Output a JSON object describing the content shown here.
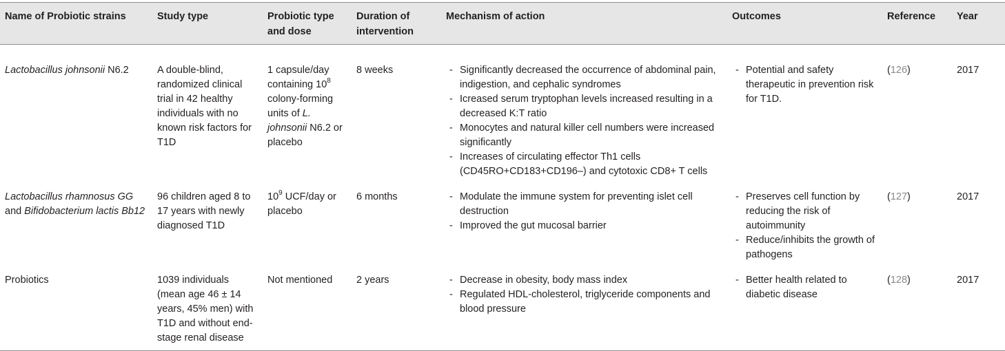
{
  "headers": {
    "strain": "Name of Probiotic strains",
    "study": "Study type",
    "dose": "Probiotic type and dose",
    "duration": "Duration of intervention",
    "mechanism": "Mechanism of action",
    "outcomes": "Outcomes",
    "reference": "Reference",
    "year": "Year"
  },
  "rows": [
    {
      "strain_italic": "Lactobacillus johnsonii",
      "strain_suffix": " N6.2",
      "study": "A double-blind, randomized clinical trial in 42 healthy individuals with no known risk factors for T1D",
      "dose_a": "1 capsule/day containing 10",
      "dose_sup": "8",
      "dose_b": " colony-forming units of ",
      "dose_italic": "L. johnsonii",
      "dose_c": " N6.2 or placebo",
      "duration": "8 weeks",
      "mechanism": [
        "Significantly decreased the occurrence of abdominal pain, indigestion, and cephalic syndromes",
        "Icreased serum tryptophan levels increased resulting in a decreased K:T ratio",
        "Monocytes and natural killer cell numbers were increased significantly",
        "Increases of circulating effector Th1 cells (CD45RO+CD183+CD196–) and cytotoxic CD8+ T cells"
      ],
      "outcomes": [
        "Potential and safety therapeutic in prevention risk for T1D."
      ],
      "reference_open": "(",
      "reference_num": "126",
      "reference_close": ")",
      "year": "2017"
    },
    {
      "strain_italic_a": "Lactobacillus rhamnosus GG",
      "strain_and": " and ",
      "strain_italic_b": "Bifidobacterium lactis Bb12",
      "study": "96 children aged 8 to 17 years with newly diagnosed T1D",
      "dose_a": "10",
      "dose_sup": "9",
      "dose_b": " UCF/day or placebo",
      "duration": "6 months",
      "mechanism": [
        "Modulate the immune system for preventing islet cell destruction",
        "Improved the gut mucosal barrier"
      ],
      "outcomes": [
        "Preserves cell function by reducing the risk of autoimmunity",
        "Reduce/inhibits the growth of pathogens"
      ],
      "reference_open": "(",
      "reference_num": "127",
      "reference_close": ")",
      "year": "2017"
    },
    {
      "strain": "Probiotics",
      "study": "1039 individuals (mean age 46 ± 14 years, 45% men) with T1D and without end-stage renal disease",
      "dose": "Not mentioned",
      "duration": "2 years",
      "mechanism": [
        "Decrease in obesity, body mass index",
        "Regulated HDL-cholesterol, triglyceride components and blood pressure"
      ],
      "outcomes": [
        "Better health related to diabetic disease"
      ],
      "reference_open": "(",
      "reference_num": "128",
      "reference_close": ")",
      "year": "2017"
    }
  ]
}
